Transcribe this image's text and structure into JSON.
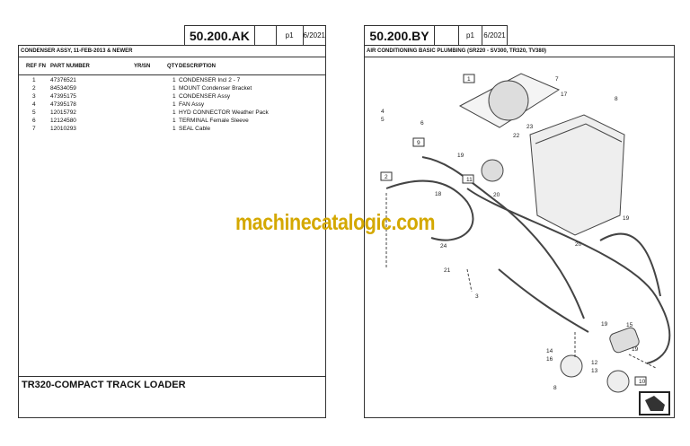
{
  "left": {
    "code": "50.200.AK",
    "page": "p1",
    "date": "6/2021",
    "title": "CONDENSER ASSY, 11-FEB-2013 & NEWER",
    "columns": {
      "ref": "REF",
      "fn": "FN",
      "part": "PART NUMBER",
      "yrsn": "YR/SN",
      "qty": "QTY",
      "desc": "DESCRIPTION"
    },
    "rows": [
      {
        "ref": "1",
        "part": "47376521",
        "qty": "1",
        "desc": "CONDENSER  Incl 2 - 7"
      },
      {
        "ref": "2",
        "part": "84534059",
        "qty": "1",
        "desc": "MOUNT  Condenser Bracket"
      },
      {
        "ref": "3",
        "part": "47395175",
        "qty": "1",
        "desc": "CONDENSER  Assy"
      },
      {
        "ref": "4",
        "part": "47395178",
        "qty": "1",
        "desc": "FAN  Assy"
      },
      {
        "ref": "5",
        "part": "12015792",
        "qty": "1",
        "desc": "HYD CONNECTOR  Weather Pack"
      },
      {
        "ref": "6",
        "part": "12124580",
        "qty": "1",
        "desc": "TERMINAL  Female Sleeve"
      },
      {
        "ref": "7",
        "part": "12010293",
        "qty": "1",
        "desc": "SEAL  Cable"
      }
    ],
    "footer": "TR320-COMPACT TRACK LOADER"
  },
  "right": {
    "code": "50.200.BY",
    "page": "p1",
    "date": "6/2021",
    "title": "AIR CONDITIONING BASIC PLUMBING (SR220 - SV300, TR320, TV380)",
    "callouts": [
      "1",
      "7",
      "17",
      "8",
      "23",
      "22",
      "4",
      "5",
      "6",
      "9",
      "19",
      "2",
      "11",
      "20",
      "18",
      "19",
      "20",
      "24",
      "21",
      "3",
      "19",
      "15",
      "14",
      "16",
      "12",
      "13",
      "19",
      "8",
      "10"
    ]
  },
  "watermark": "machinecatalogic.com"
}
